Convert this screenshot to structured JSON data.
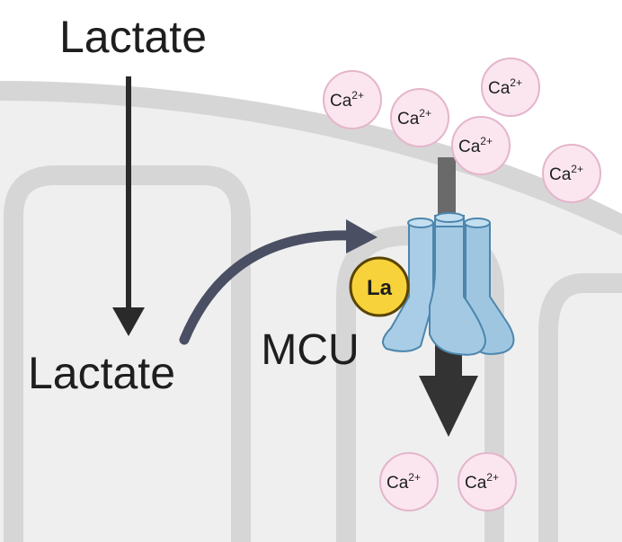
{
  "labels": {
    "lactate_top": "Lactate",
    "lactate_bottom": "Lactate",
    "mcu": "MCU",
    "la_badge": "La"
  },
  "ion": {
    "symbol": "Ca",
    "charge": "2+"
  },
  "ions_outside_count": 5,
  "ions_inside_count": 2,
  "colors": {
    "membrane_outer": "#d6d6d6",
    "matrix": "#efefef",
    "channel": "#a9cde6",
    "channel_stroke": "#4c86ad",
    "ion_fill": "#fbe6f0",
    "ion_stroke": "#e4b5cb",
    "la_fill": "#f7d23a",
    "la_stroke": "#5a4400",
    "arrow_dark": "#2f2f2f",
    "arrow_curve": "#4a4f63"
  }
}
